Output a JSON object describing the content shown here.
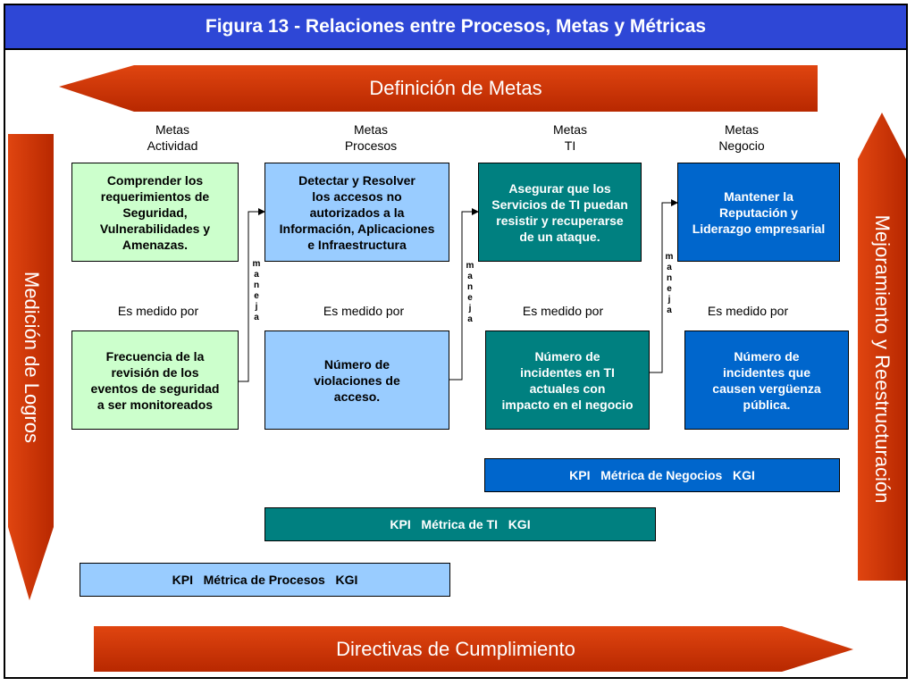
{
  "title": "Figura 13 - Relaciones entre Procesos, Metas y Métricas",
  "top_arrow": "Definición de Metas",
  "bottom_arrow": "Directivas de Cumplimiento",
  "left_arrow": "Medición de Logros",
  "right_arrow": "Mejoramiento y Reestructuración",
  "columns": [
    {
      "heading": "Metas\nActividad",
      "goal": "Comprender los\nrequerimientos de\nSeguridad,\nVulnerabilidades y\nAmenazas.",
      "measured_by": "Es medido por",
      "metric": "Frecuencia de la\nrevisión de los\neventos de seguridad\na ser monitoreados"
    },
    {
      "heading": "Metas\nProcesos",
      "goal": "Detectar y Resolver\nlos accesos no\nautorizados a la\nInformación, Aplicaciones\ne Infraestructura",
      "measured_by": "Es medido por",
      "metric": "Número de\nviolaciones de\nacceso."
    },
    {
      "heading": "Metas\nTI",
      "goal": "Asegurar que los\nServicios de TI puedan\nresistir y recuperarse\nde un ataque.",
      "measured_by": "Es medido por",
      "metric": "Número de\nincidentes en TI\nactuales con\nimpacto en el negocio"
    },
    {
      "heading": "Metas\nNegocio",
      "goal": "Mantener la\nReputación y\nLiderazgo empresarial",
      "measured_by": "Es medido por",
      "metric": "Número de\nincidentes que\ncausen vergüenza\npública."
    }
  ],
  "connector_label": "maneja",
  "kpi_rows": [
    {
      "kpi": "KPI",
      "label": "Métrica de Negocios",
      "kgi": "KGI"
    },
    {
      "kpi": "KPI",
      "label": "Métrica de TI",
      "kgi": "KGI"
    },
    {
      "kpi": "KPI",
      "label": "Métrica de Procesos",
      "kgi": "KGI"
    }
  ],
  "colors": {
    "title_bar": "#2e47d6",
    "arrow": "#cc3300",
    "light_green": "#ccffcc",
    "light_blue": "#99ccff",
    "teal": "#008080",
    "dark_blue": "#0066cc"
  }
}
